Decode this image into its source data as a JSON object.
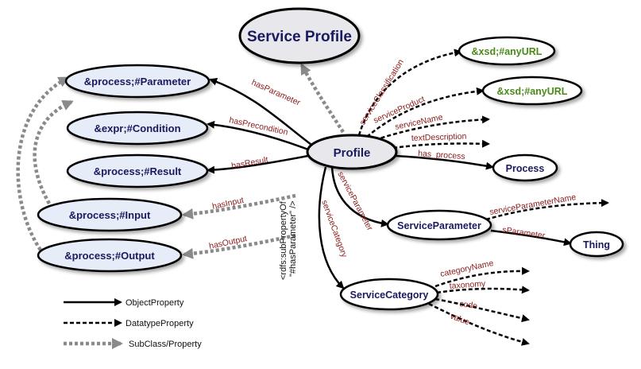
{
  "nodes": {
    "service_profile": "Service Profile",
    "profile": "Profile",
    "parameter": "&process;#Parameter",
    "condition": "&expr;#Condition",
    "result": "&process;#Result",
    "input": "&process;#Input",
    "output": "&process;#Output",
    "anyurl1": "&xsd;#anyURL",
    "anyurl2": "&xsd;#anyURL",
    "process": "Process",
    "service_parameter": "ServiceParameter",
    "thing": "Thing",
    "service_category": "ServiceCategory"
  },
  "edges": {
    "hasParameter": "hasParameter",
    "hasPrecondition": "hasPrecondition",
    "hasResult": "hasResult",
    "hasInput": "hasInput",
    "hasOutput": "hasOutput",
    "serviceClassification": "serviceClassification",
    "serviceProduct": "serviceProduct",
    "serviceName": "serviceName",
    "textDescription": "textDescription",
    "has_process": "has_process",
    "serviceParameter": "serviceParameter",
    "serviceCategory": "serviceCategory",
    "serviceParameterName": "serviceParameterName",
    "sParameter": "sParameter",
    "categoryName": "categoryName",
    "taxonomy": "taxonomy",
    "code": "code",
    "value": "value"
  },
  "annotation": {
    "line1": "<rdfs:subPropertyOf",
    "line2": "\"#hasParameter\" />"
  },
  "legend": {
    "object_property": "ObjectProperty",
    "datatype_property": "DatatypeProperty",
    "subclass_property": "SubClass/Property"
  },
  "colors": {
    "node_fill": "#e8e8ec",
    "blue_node_fill": "#e6ecf8",
    "node_text": "#1a1a5e",
    "xsd_text": "#4a8a1a",
    "edge_label": "#8b1a1a",
    "dotted_gray": "#8a8a8a"
  }
}
